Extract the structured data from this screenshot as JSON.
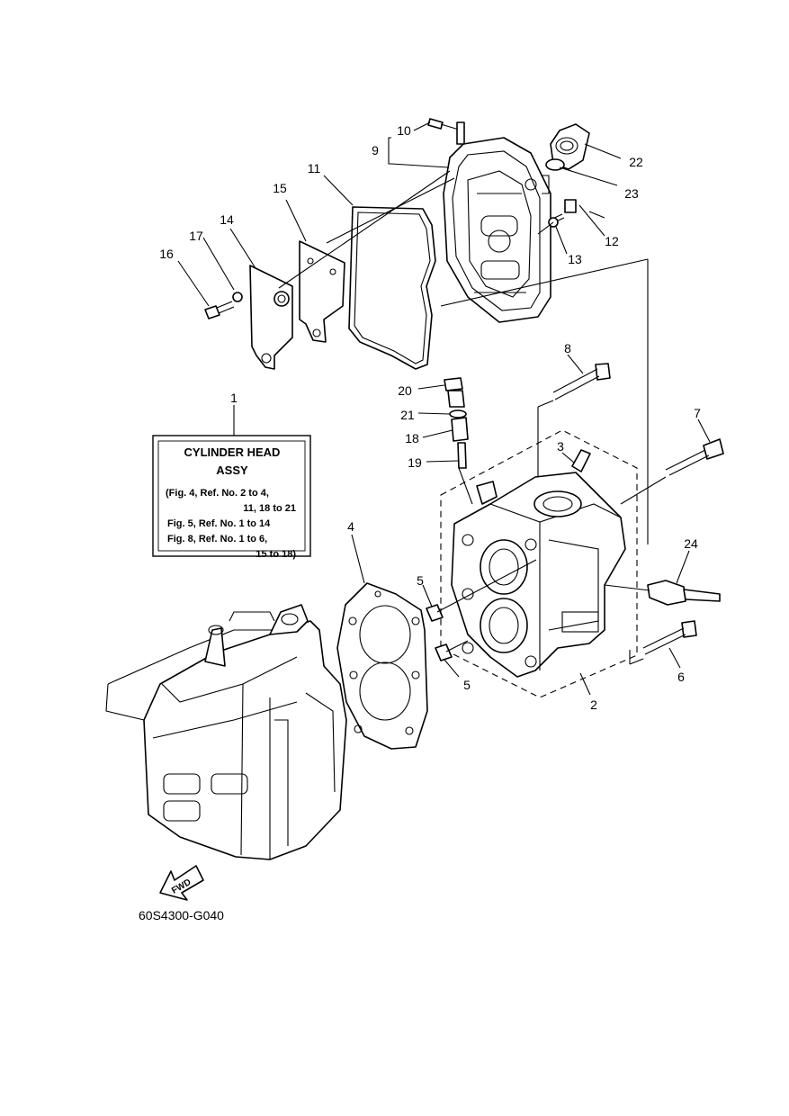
{
  "info_box": {
    "title_line1": "CYLINDER HEAD",
    "title_line2": "ASSY",
    "refs": [
      "(Fig. 4, Ref. No. 2 to 4,",
      "11, 18 to 21",
      "Fig. 5, Ref. No. 1 to 14",
      "Fig. 8, Ref. No. 1 to 6,",
      "15 to 18)"
    ]
  },
  "callouts": {
    "c1": "1",
    "c2": "2",
    "c3": "3",
    "c4": "4",
    "c5a": "5",
    "c5b": "5",
    "c6": "6",
    "c7": "7",
    "c8": "8",
    "c9": "9",
    "c10": "10",
    "c11": "11",
    "c12": "12",
    "c13": "13",
    "c14": "14",
    "c15": "15",
    "c16": "16",
    "c17": "17",
    "c18": "18",
    "c19": "19",
    "c20": "20",
    "c21": "21",
    "c22": "22",
    "c23": "23",
    "c24": "24"
  },
  "fwd_label": "FWD",
  "diagram_code": "60S4300-G040"
}
